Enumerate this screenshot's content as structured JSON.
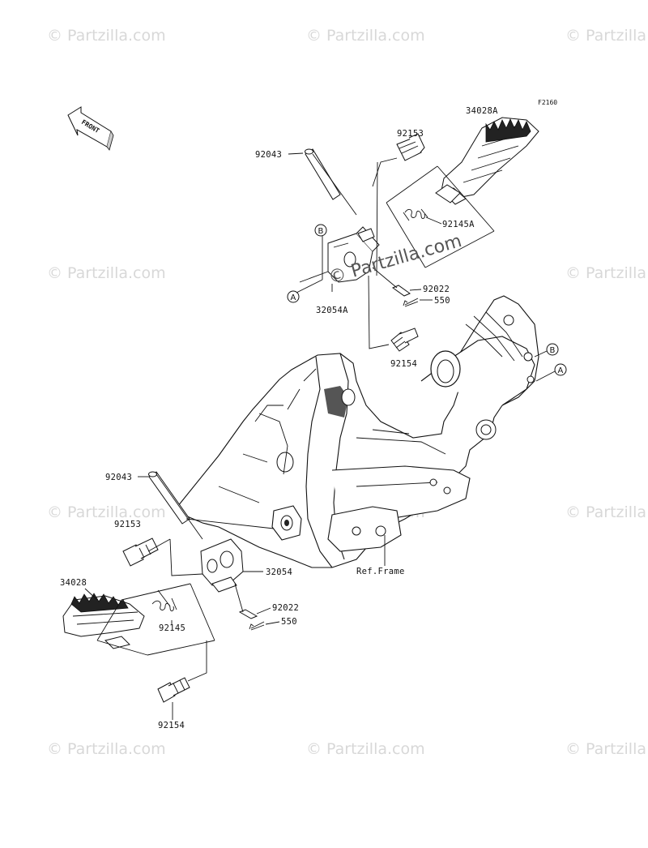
{
  "figure_ref": "F2160",
  "watermark": {
    "text": "© Partzilla.com",
    "main_text": "© Partzilla.com"
  },
  "front_label": "FRONT",
  "ref_frame_label": "Ref.Frame",
  "circle_labels": {
    "a": "A",
    "b": "B"
  },
  "parts": {
    "p92153_top": "92153",
    "p34028A": "34028A",
    "p92043_top": "92043",
    "p92145A": "92145A",
    "p32054A": "32054A",
    "p92022_top": "92022",
    "p550_top": "550",
    "p92154_top": "92154",
    "p92043_bot": "92043",
    "p92153_bot": "92153",
    "p32054": "32054",
    "p34028": "34028",
    "p92022_bot": "92022",
    "p550_bot": "550",
    "p92145": "92145",
    "p92154_bot": "92154"
  }
}
